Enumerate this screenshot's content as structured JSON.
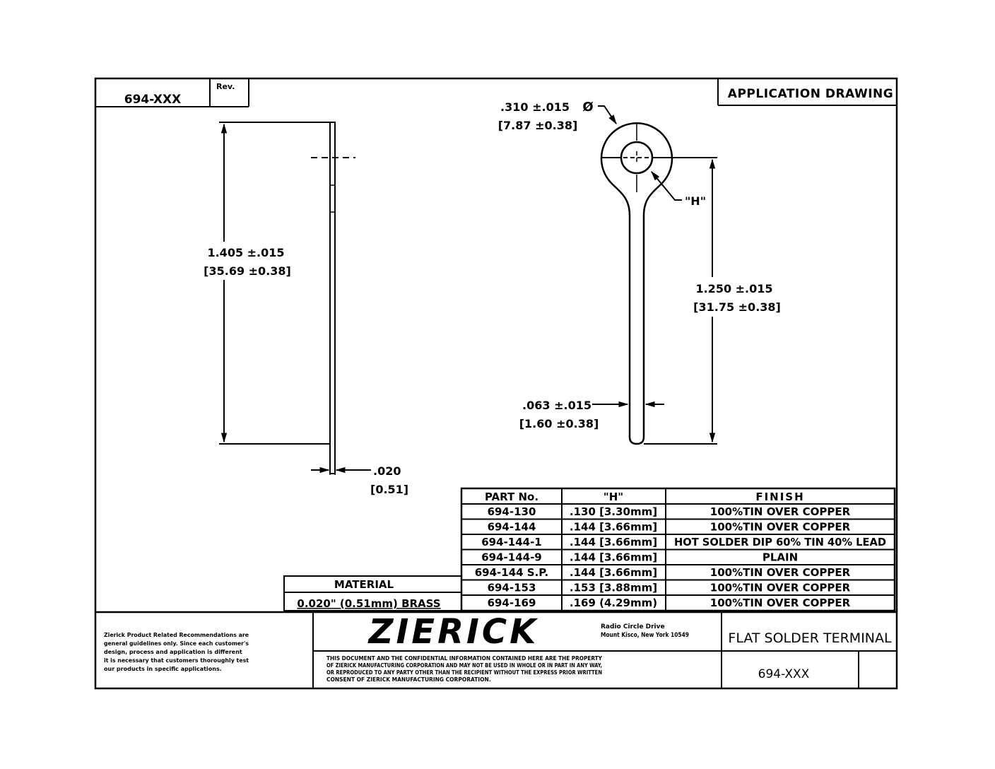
{
  "drawing": {
    "part_number_box": "694-XXX",
    "rev_label": "Rev.",
    "drawing_type": "APPLICATION DRAWING"
  },
  "dimensions": {
    "overall_length": {
      "inch": "1.405 ±.015",
      "mm": "[35.69 ±0.38]"
    },
    "thickness": {
      "inch": ".020",
      "mm": "[0.51]"
    },
    "ring_diameter": {
      "inch": ".310 ±.015",
      "symbol": "Ø",
      "mm": "[7.87 ±0.38]"
    },
    "hole_label": "\"H\"",
    "center_to_end": {
      "inch": "1.250 ±.015",
      "mm": "[31.75 ±0.38]"
    },
    "stem_width": {
      "inch": ".063 ±.015",
      "mm": "[1.60 ±0.38]"
    }
  },
  "parts_table": {
    "headers": [
      "PART No.",
      "\"H\"",
      "FINISH"
    ],
    "rows": [
      [
        "694-130",
        ".130 [3.30mm]",
        "100%TIN OVER COPPER"
      ],
      [
        "694-144",
        ".144 [3.66mm]",
        "100%TIN OVER COPPER"
      ],
      [
        "694-144-1",
        ".144 [3.66mm]",
        "HOT SOLDER DIP 60% TIN 40% LEAD"
      ],
      [
        "694-144-9",
        ".144 [3.66mm]",
        "PLAIN"
      ],
      [
        "694-144 S.P.",
        ".144 [3.66mm]",
        "100%TIN OVER COPPER"
      ],
      [
        "694-153",
        ".153 [3.88mm]",
        "100%TIN OVER COPPER"
      ],
      [
        "694-169",
        ".169 (4.29mm)",
        "100%TIN OVER COPPER"
      ]
    ]
  },
  "material": {
    "label": "MATERIAL",
    "value": "0.020\" (0.51mm) BRASS"
  },
  "title_block": {
    "disclaimer_lines": [
      "Zierick Product Related Recommendations are",
      "general guidelines only. Since each customer's",
      "design, process and application is different",
      "it is necessary that customers thoroughly test",
      "our products in specific applications."
    ],
    "company_logo": "ZIERICK",
    "address_lines": [
      "Radio Circle Drive",
      "Mount Kisco, New York 10549"
    ],
    "confidential_lines": [
      "THIS DOCUMENT AND THE CONFIDENTIAL INFORMATION CONTAINED HERE ARE THE PROPERTY",
      "OF ZIERICK MANUFACTURING CORPORATION AND MAY NOT BE USED IN WHOLE OR IN PART IN ANY WAY,",
      "OR REPRODUCED TO ANY PARTY OTHER THAN THE RECIPIENT WITHOUT THE EXPRESS PRIOR WRITTEN",
      "CONSENT OF ZIERICK MANUFACTURING CORPORATION."
    ],
    "part_title": "FLAT SOLDER TERMINAL",
    "drawing_number": "694-XXX"
  }
}
